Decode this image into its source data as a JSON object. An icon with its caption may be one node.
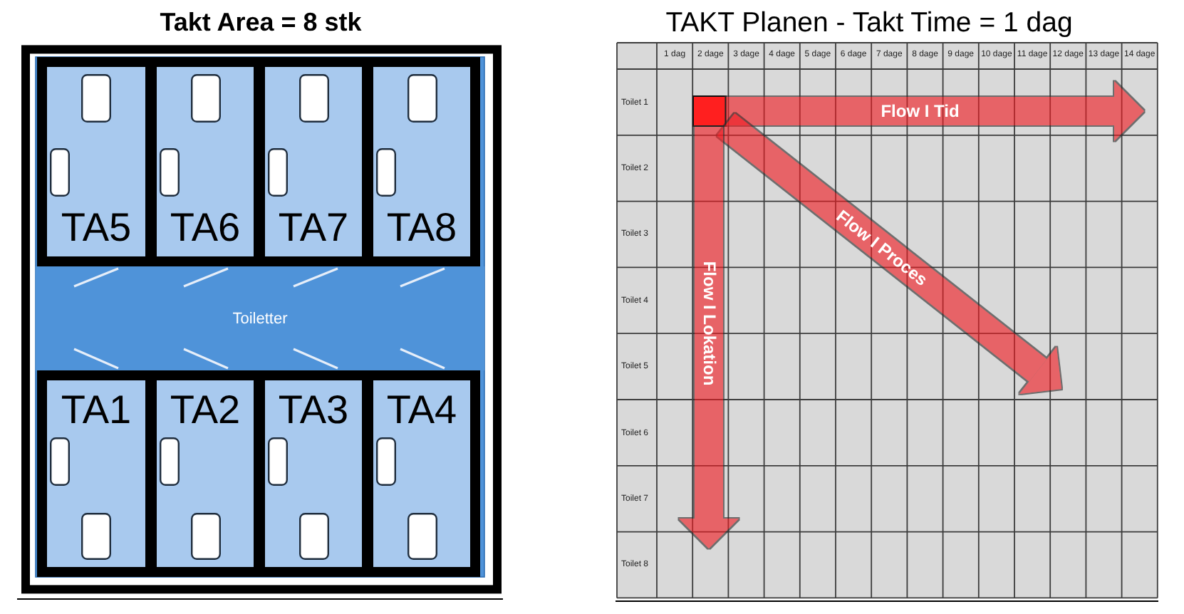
{
  "diagram": {
    "nodes": [
      {
        "text": [
          "Takt Area = 8 stk"
        ]
      },
      {
        "text": [
          "TA5"
        ],
        "in": 0
      },
      {
        "text": [
          "TA6"
        ],
        "in": 0
      },
      {
        "text": [
          "TA7"
        ],
        "in": 0
      },
      {
        "text": [
          "TA8"
        ],
        "in": 0
      },
      {
        "text": [
          "Toiletter"
        ],
        "in": 0
      },
      {
        "text": [
          "TA1"
        ],
        "in": 0
      },
      {
        "text": [
          "TA2"
        ],
        "in": 0
      },
      {
        "text": [
          "TA3"
        ],
        "in": 0
      },
      {
        "text": [
          "TA4"
        ],
        "in": 0
      },
      {
        "text": [
          "TAKT Planen - Takt Time = 1 dag"
        ]
      },
      {
        "text": [],
        "shape": "box",
        "in": 10
      }
    ],
    "edges": [
      {
        "from": 11,
        "to": null,
        "arrow": "to",
        "label": "Flow I Tid"
      },
      {
        "from": 11,
        "to": null,
        "arrow": "to",
        "label": "Flow I Proces"
      },
      {
        "from": 11,
        "to": null,
        "arrow": "to",
        "label": "Flow I Lokation"
      }
    ],
    "labels": [
      "1 dag",
      "2 dage",
      "3 dage",
      "4 dage",
      "5 dage",
      "6 dage",
      "7 dage",
      "8 dage",
      "9 dage",
      "10 dage",
      "11 dage",
      "12 dage",
      "13 dage",
      "14 dage",
      "Toilet 1",
      "Toilet 2",
      "Toilet 3",
      "Toilet 4",
      "Toilet 5",
      "Toilet 6",
      "Toilet 7",
      "Toilet 8"
    ]
  }
}
